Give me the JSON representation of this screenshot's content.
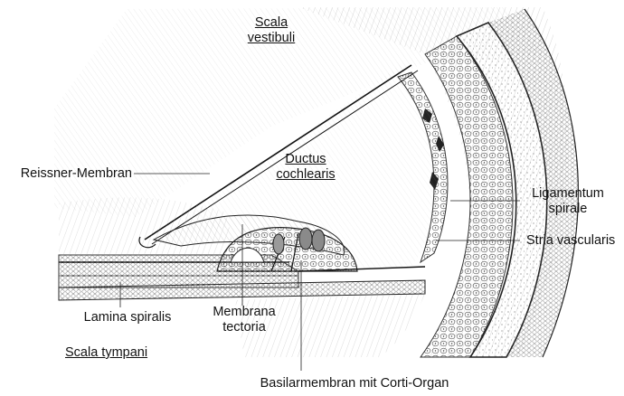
{
  "labels": {
    "scala_vestibuli": [
      "Scala",
      "vestibuli"
    ],
    "ductus_cochlearis": [
      "Ductus",
      "cochlearis"
    ],
    "reissner": "Reissner-Membran",
    "ligamentum": [
      "Ligamentum",
      "spirale"
    ],
    "stria": "Stria vascularis",
    "lamina": "Lamina spiralis",
    "membrana_tectoria": [
      "Membrana",
      "tectoria"
    ],
    "scala_tympani": "Scala tympani",
    "basilar": "Basilarmembran mit Corti-Organ"
  }
}
